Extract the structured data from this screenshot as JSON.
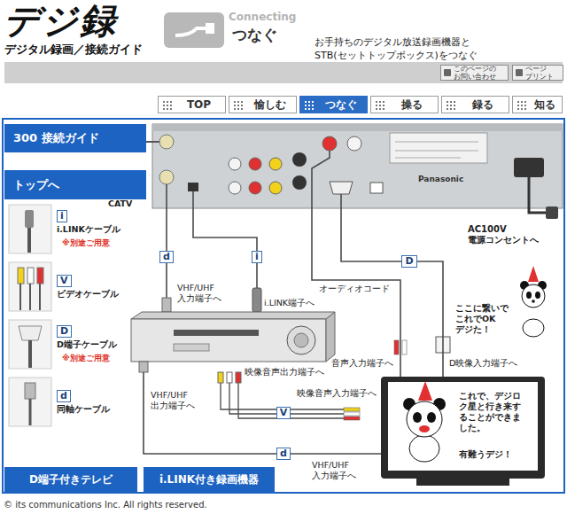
{
  "diagram": {
    "title": "デジタル録画／接続ガイド",
    "nodes": [
      {
        "text": [
          "このページの お問い合わせ"
        ]
      },
      {
        "text": [
          "ページ プリント"
        ]
      },
      {
        "text": [
          "TOP"
        ]
      },
      {
        "text": [
          "愉しむ"
        ]
      },
      {
        "text": [
          "つなぐ"
        ]
      },
      {
        "text": [
          "操る"
        ]
      },
      {
        "text": [
          "録る"
        ]
      },
      {
        "text": [
          "知る"
        ]
      },
      {
        "text": [
          "300 接続ガイド"
        ]
      },
      {
        "text": [
          "トップへ"
        ]
      },
      {
        "text": [
          "Panasonic"
        ]
      },
      {
        "text": [
          "i",
          "i.LINKケーブル",
          "※別途ご用意"
        ]
      },
      {
        "text": [
          "V",
          "ビデオケーブル"
        ]
      },
      {
        "text": [
          "D",
          "D端子ケーブル",
          "※別途ご用意"
        ]
      },
      {
        "text": [
          "d",
          "同軸ケーブル"
        ]
      },
      {
        "text": [
          "これで、デジロク星と行き来することができました。",
          "有難うデジ！"
        ]
      },
      {
        "text": [
          "D端子付きテレビ"
        ]
      },
      {
        "text": [
          "i.LINK付き録画機器"
        ]
      }
    ],
    "edges": [
      {
        "from": 10,
        "to": 15,
        "arrow": "none",
        "label": "オーディオコード"
      },
      {
        "from": 10,
        "to": 15,
        "arrow": "none",
        "label": "D"
      }
    ],
    "labels": [
      "デジ録",
      "Connecting",
      "つなぐ",
      "お手持ちのデジタル放送録画機器と STB(セットトップボックス)をつなぐ",
      "CATV",
      "d",
      "VHF/UHF 入力端子へ",
      "i",
      "i.LINK端子へ",
      "音声入力端子へ",
      "D映像入力端子へ",
      "ここに繋いで これでOK デジた！",
      "映像音声出力端子へ",
      "VHF/UHF 出力端子へ",
      "映像音声入力端子へ",
      "V",
      "d",
      "VHF/UHF 入力端子へ",
      "AC100V 電源コンセントへ",
      "© its communications Inc. All rights reserved."
    ]
  }
}
